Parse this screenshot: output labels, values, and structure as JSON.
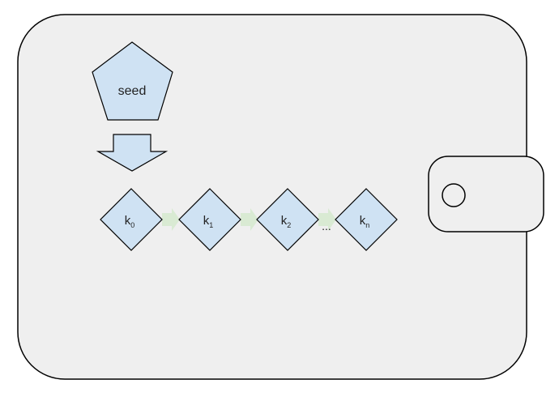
{
  "colors": {
    "wallet_fill": "#efefef",
    "outline": "#000000",
    "shape_fill": "#cfe2f3",
    "link_arrow": "#d9ead3"
  },
  "seed": {
    "label": "seed",
    "shape": "pentagon"
  },
  "derive_arrow": {
    "direction": "down"
  },
  "keys": [
    {
      "base": "k",
      "sub": "0"
    },
    {
      "base": "k",
      "sub": "1"
    },
    {
      "base": "k",
      "sub": "2"
    },
    {
      "base": "k",
      "sub": "n"
    }
  ],
  "ellipsis": "..."
}
